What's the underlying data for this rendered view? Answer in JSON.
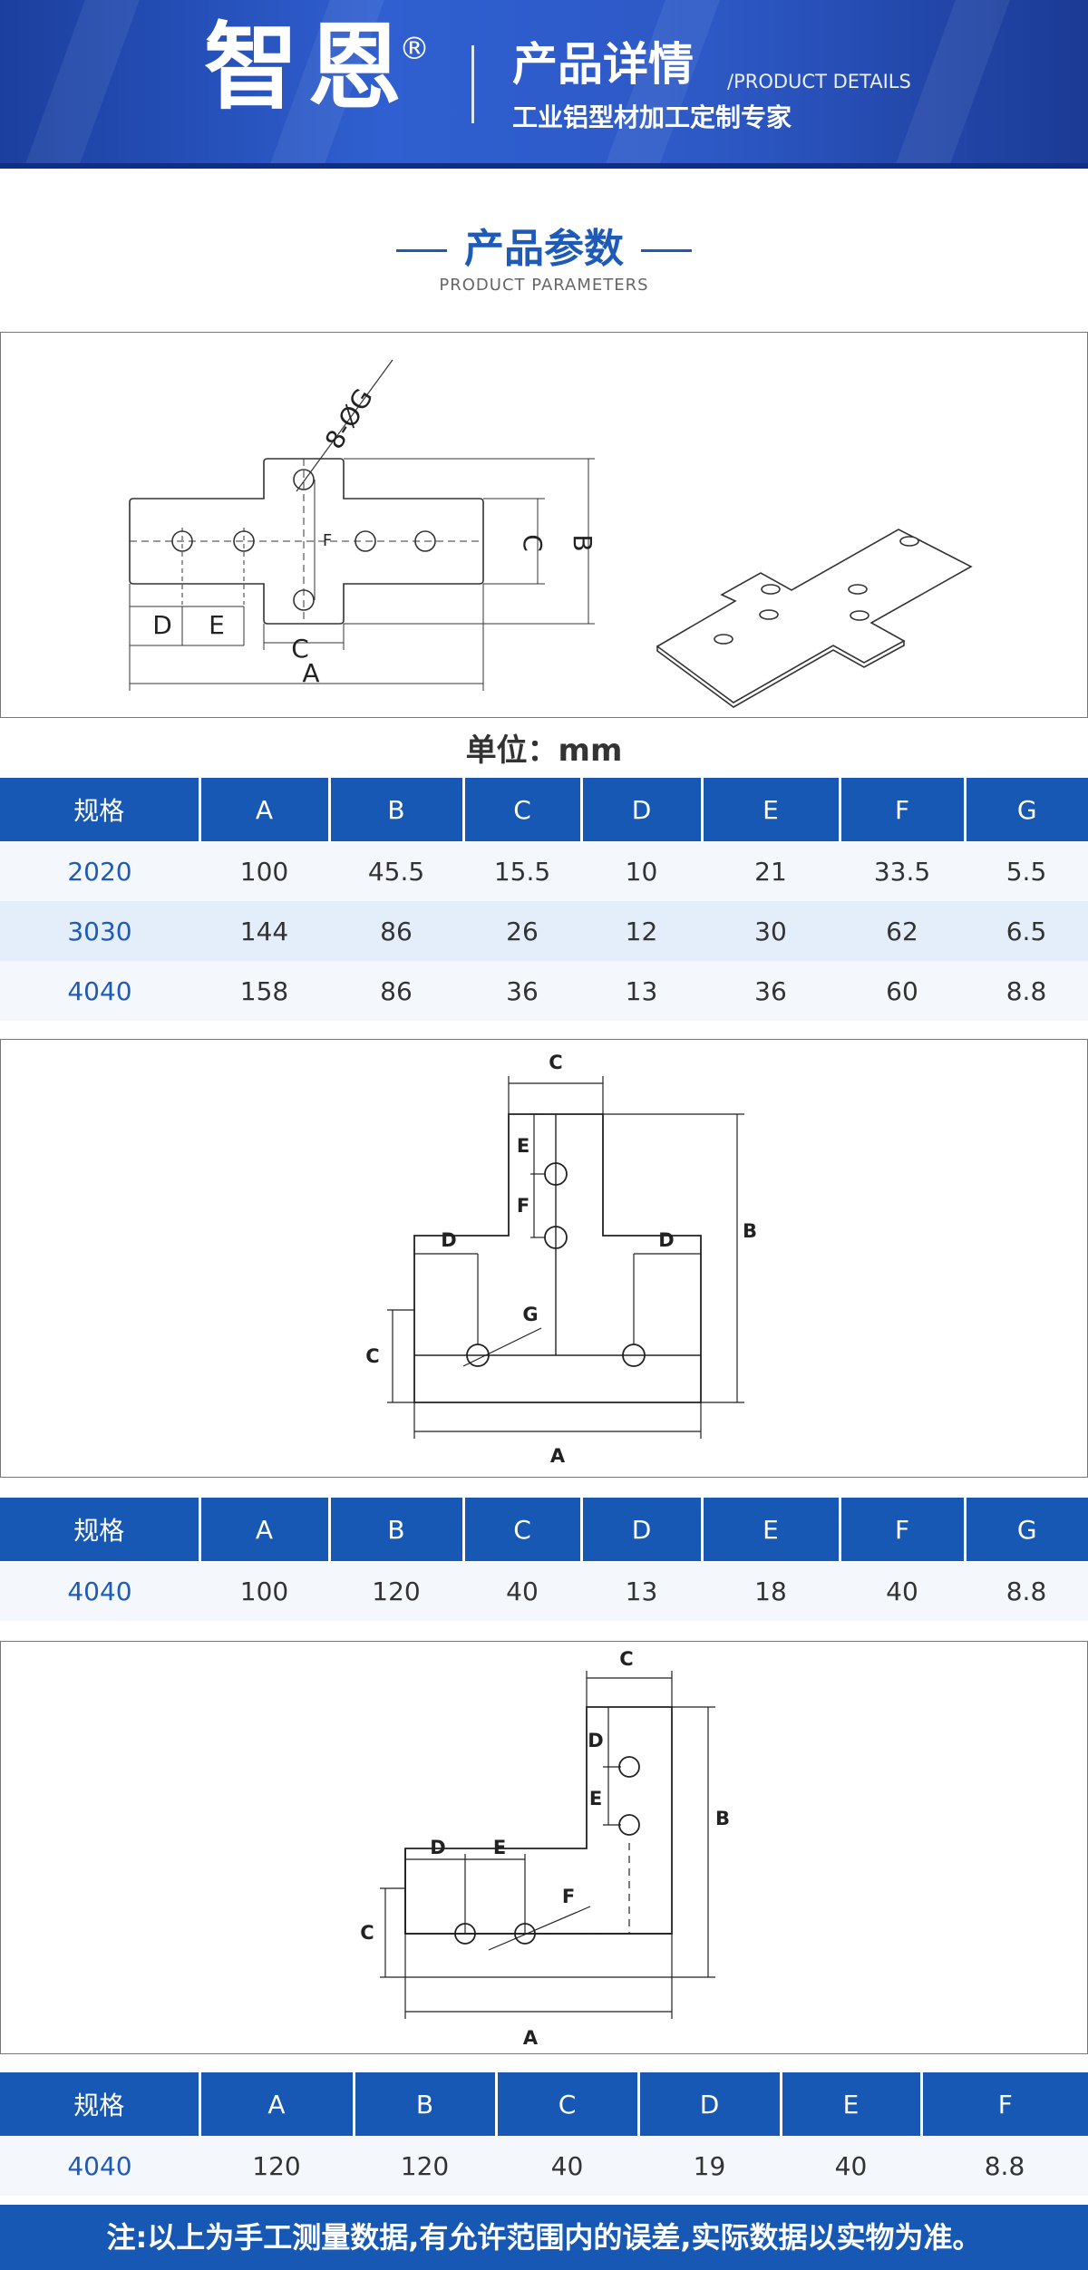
{
  "banner": {
    "brand": "智恩",
    "reg_mark": "®",
    "title": "产品详情",
    "title_en": "/PRODUCT DETAILS",
    "subtitle": "工业铝型材加工定制专家"
  },
  "section": {
    "title": "产品参数",
    "subtitle": "PRODUCT PARAMETERS"
  },
  "unit_label": "单位：mm",
  "drawings": {
    "cross": {
      "hole_label": "8-ØG",
      "dims": [
        "A",
        "B",
        "C",
        "D",
        "E",
        "F",
        "C"
      ]
    },
    "tee": {
      "dims": [
        "A",
        "B",
        "C",
        "D",
        "D",
        "E",
        "F",
        "G",
        "C"
      ]
    },
    "ell": {
      "dims": [
        "A",
        "B",
        "C",
        "C",
        "D",
        "E",
        "D",
        "E",
        "F"
      ]
    }
  },
  "table1": {
    "headers": [
      "规格",
      "A",
      "B",
      "C",
      "D",
      "E",
      "F",
      "G"
    ],
    "rows": [
      [
        "2020",
        "100",
        "45.5",
        "15.5",
        "10",
        "21",
        "33.5",
        "5.5"
      ],
      [
        "3030",
        "144",
        "86",
        "26",
        "12",
        "30",
        "62",
        "6.5"
      ],
      [
        "4040",
        "158",
        "86",
        "36",
        "13",
        "36",
        "60",
        "8.8"
      ]
    ]
  },
  "table2": {
    "headers": [
      "规格",
      "A",
      "B",
      "C",
      "D",
      "E",
      "F",
      "G"
    ],
    "rows": [
      [
        "4040",
        "100",
        "120",
        "40",
        "13",
        "18",
        "40",
        "8.8"
      ]
    ]
  },
  "table3": {
    "headers": [
      "规格",
      "A",
      "B",
      "C",
      "D",
      "E",
      "F"
    ],
    "rows": [
      [
        "4040",
        "120",
        "120",
        "40",
        "19",
        "40",
        "8.8"
      ]
    ]
  },
  "footer_note": "注:以上为手工测量数据,有允许范围内的误差,实际数据以实物为准。",
  "colors": {
    "primary": "#1658b3",
    "accent_text": "#1e5bb8",
    "row_light": "#f4f8fd",
    "row_dark": "#e3eefa"
  }
}
